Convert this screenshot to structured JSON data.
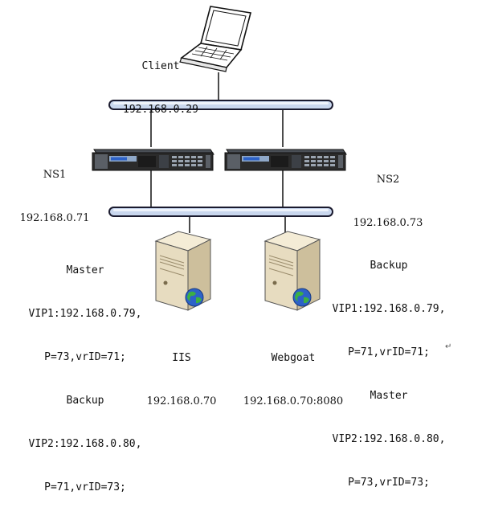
{
  "colors": {
    "bus_fill": "#c9d7ee",
    "bus_stroke": "#1a1a2e",
    "device_body": "#2b2b2b",
    "device_front": "#5a5f66",
    "server_body": "#e7dcc0",
    "globe": "#2d62c8"
  },
  "icons": [
    "laptop-icon",
    "network-appliance-icon",
    "server-icon",
    "globe-icon"
  ],
  "client": {
    "name": "Client",
    "ip": "192.168.0.29"
  },
  "ns1": {
    "name": "NS1",
    "ip": "192.168.0.71"
  },
  "ns2": {
    "name": "NS2",
    "ip": "192.168.0.73"
  },
  "iis": {
    "name": "IIS",
    "ip": "192.168.0.70",
    "config": {
      "role1": "Master",
      "vip1": "VIP1:192.168.0.79,",
      "vip1_params": "P=73,vrID=71;",
      "role2": "Backup",
      "vip2": "VIP2:192.168.0.80,",
      "vip2_params": "P=71,vrID=73;"
    }
  },
  "webgoat": {
    "name": "Webgoat",
    "ip": "192.168.0.70:8080",
    "config": {
      "role1": "Backup",
      "vip1": "VIP1:192.168.0.79,",
      "vip1_params": "P=71,vrID=71;",
      "role2": "Master",
      "vip2": "VIP2:192.168.0.80,",
      "vip2_params": "P=73,vrID=73;"
    }
  },
  "paragraph_mark": "↵"
}
